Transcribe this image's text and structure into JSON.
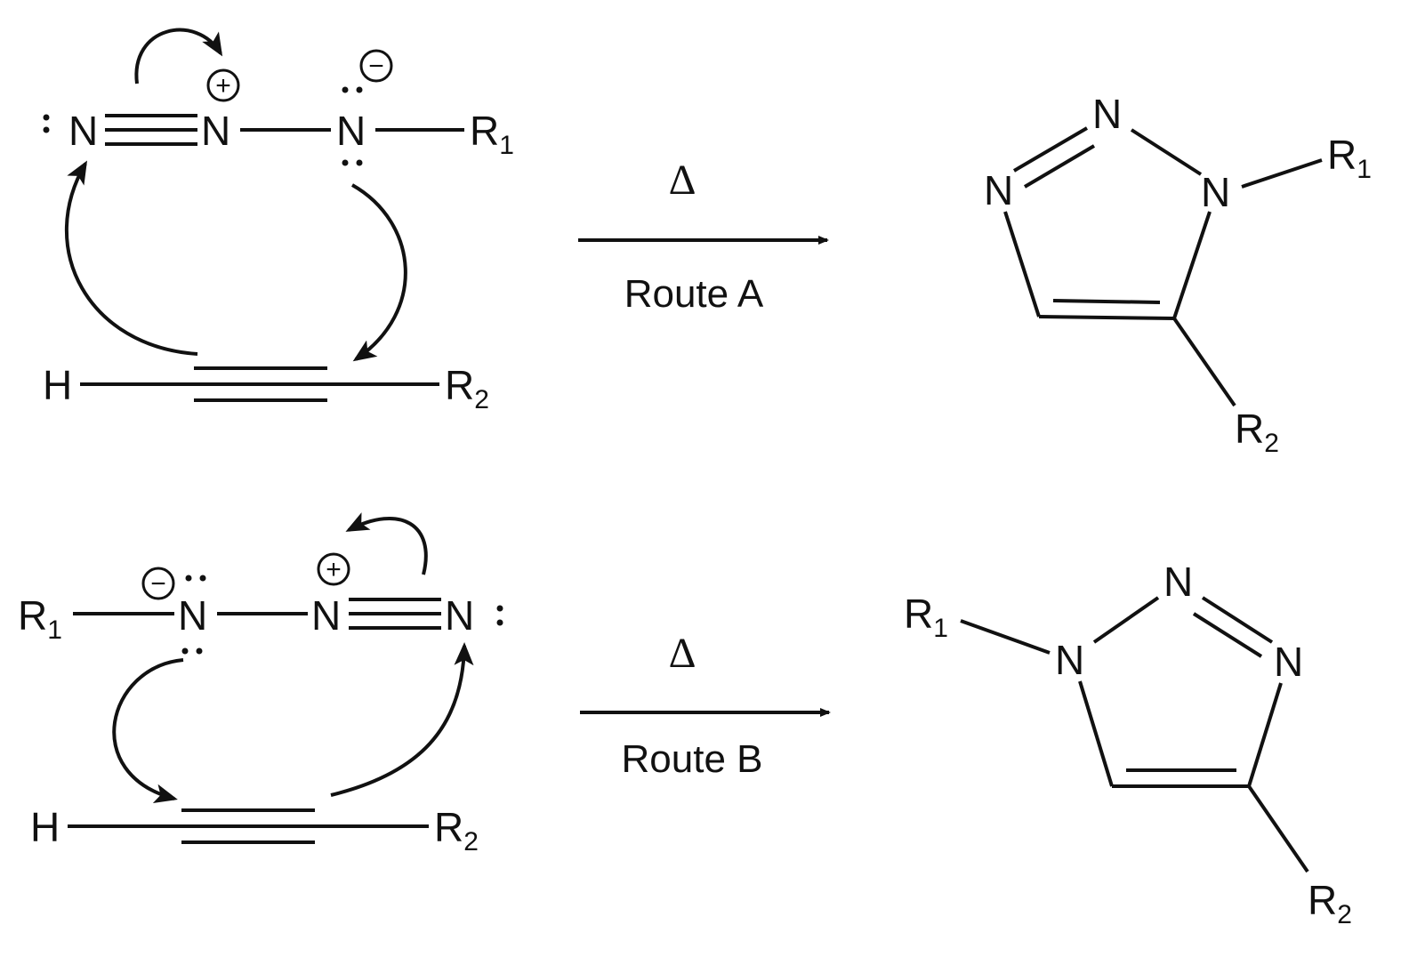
{
  "route_a": {
    "reactant_azide": {
      "atom_n1": "N",
      "atom_n2": "N",
      "atom_n3": "N",
      "substituent": "R",
      "substituent_index": "1",
      "charge_plus": "+",
      "charge_minus": "−"
    },
    "reactant_alkyne": {
      "terminal": "H",
      "substituent": "R",
      "substituent_index": "2"
    },
    "condition": "Δ",
    "label": "Route A",
    "product": {
      "n1": "N",
      "n2": "N",
      "n3": "N",
      "r1": "R",
      "r1_index": "1",
      "r2": "R",
      "r2_index": "2"
    }
  },
  "route_b": {
    "reactant_azide": {
      "substituent": "R",
      "substituent_index": "1",
      "atom_n1": "N",
      "atom_n2": "N",
      "atom_n3": "N",
      "charge_plus": "+",
      "charge_minus": "−"
    },
    "reactant_alkyne": {
      "terminal": "H",
      "substituent": "R",
      "substituent_index": "2"
    },
    "condition": "Δ",
    "label": "Route B",
    "product": {
      "n1": "N",
      "n2": "N",
      "n3": "N",
      "r1": "R",
      "r1_index": "1",
      "r2": "R",
      "r2_index": "2"
    }
  }
}
